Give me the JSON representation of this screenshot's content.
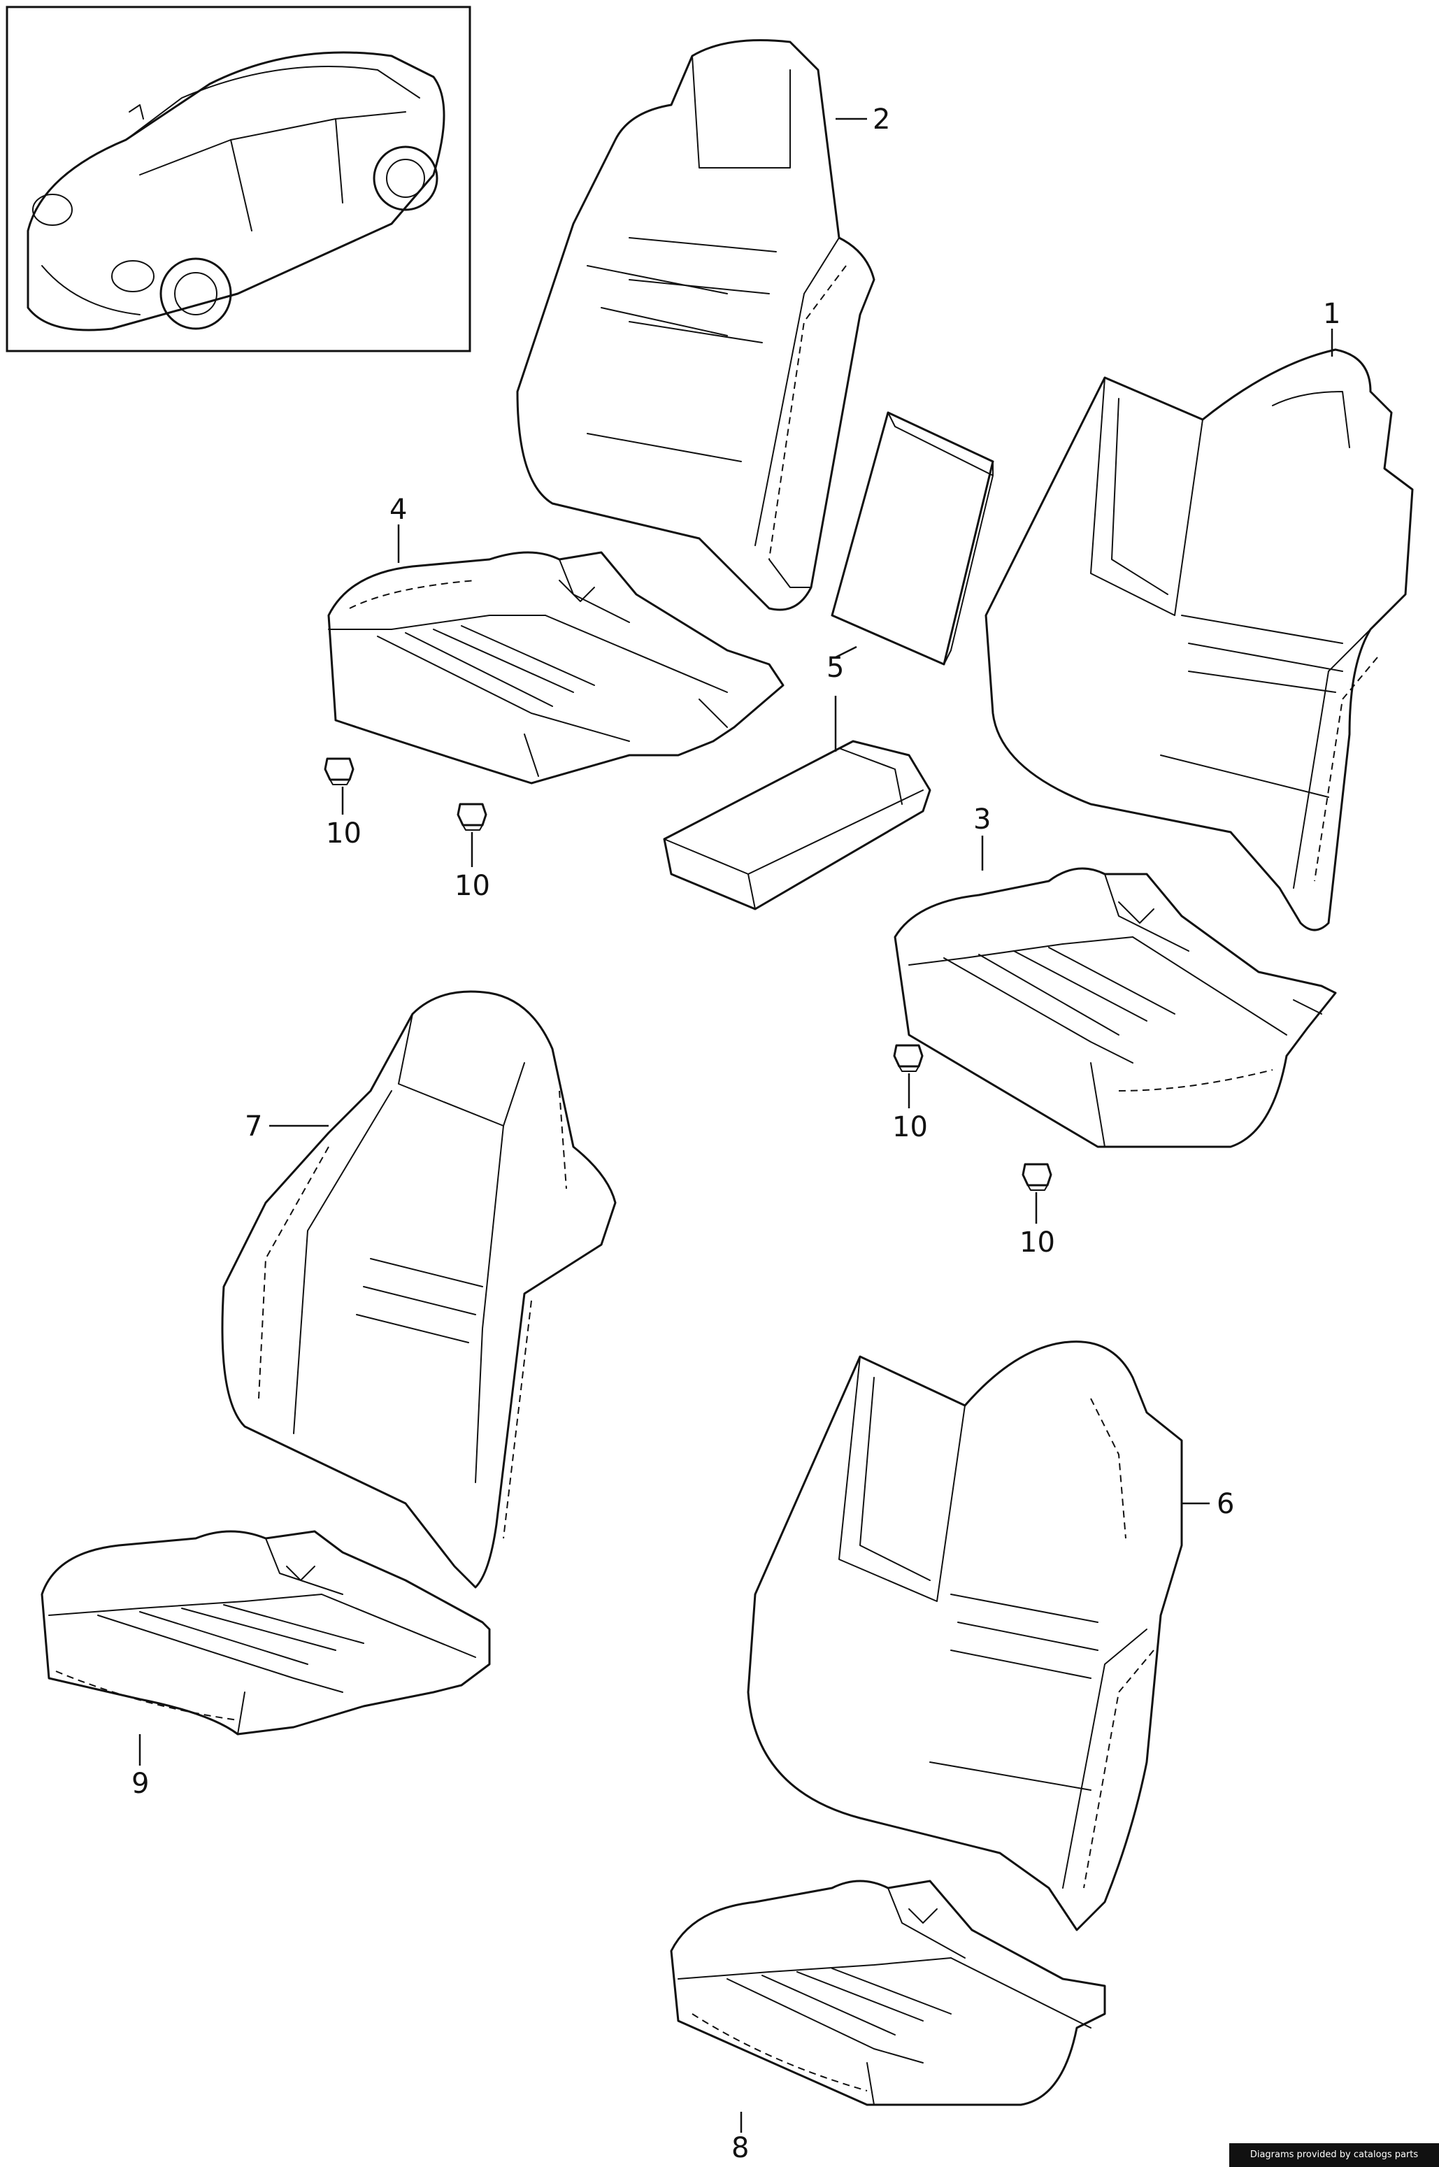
{
  "callouts": {
    "c1": "1",
    "c2": "2",
    "c3": "3",
    "c4": "4",
    "c5": "5",
    "c6": "6",
    "c7": "7",
    "c8": "8",
    "c9": "9",
    "c10a": "10",
    "c10b": "10",
    "c10c": "10",
    "c10d": "10"
  },
  "footer": {
    "credit": "Diagrams provided by catalogs parts"
  },
  "colors": {
    "line": "#111111",
    "background": "#ffffff",
    "footer_bg": "#111111"
  }
}
